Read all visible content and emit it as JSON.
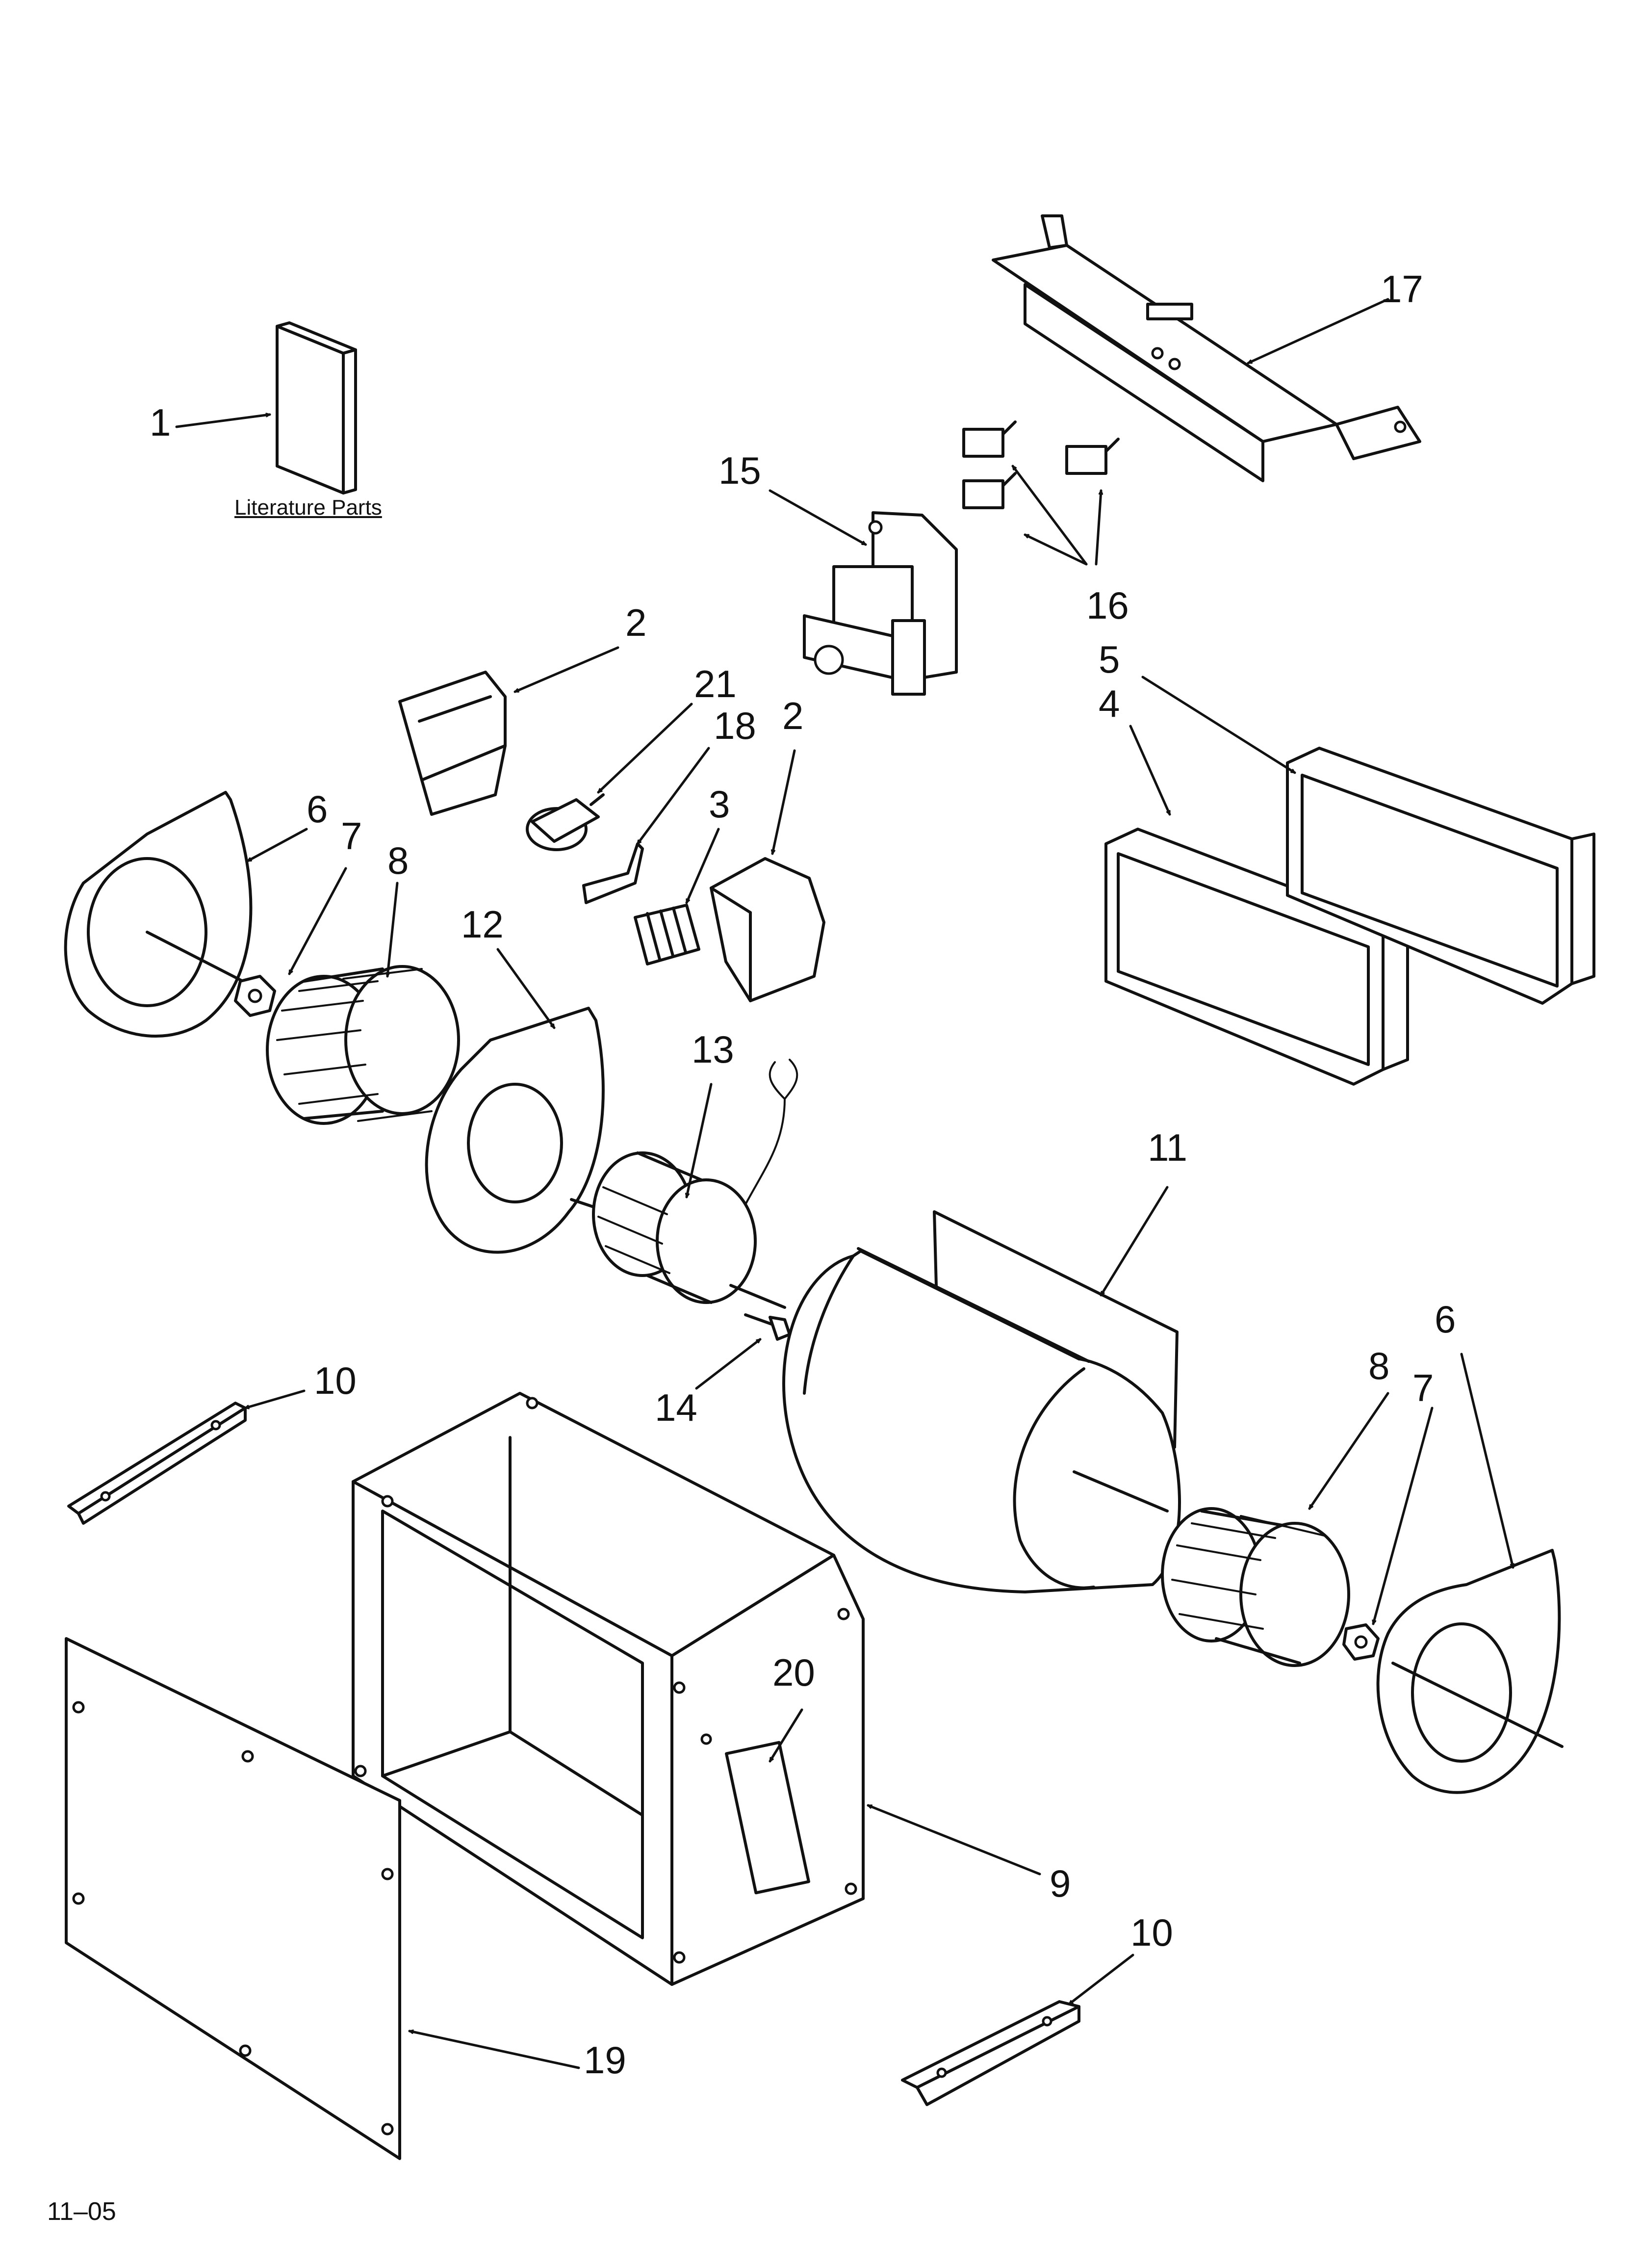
{
  "diagram": {
    "literature_label": "Literature Parts",
    "footer_code": "11–05",
    "callouts": {
      "c1": "1",
      "c2a": "2",
      "c2b": "2",
      "c3": "3",
      "c4": "4",
      "c5": "5",
      "c6a": "6",
      "c6b": "6",
      "c7a": "7",
      "c7b": "7",
      "c8a": "8",
      "c8b": "8",
      "c9": "9",
      "c10a": "10",
      "c10b": "10",
      "c11": "11",
      "c12": "12",
      "c13": "13",
      "c14": "14",
      "c15": "15",
      "c16": "16",
      "c17": "17",
      "c18": "18",
      "c19": "19",
      "c20": "20",
      "c21": "21"
    }
  }
}
